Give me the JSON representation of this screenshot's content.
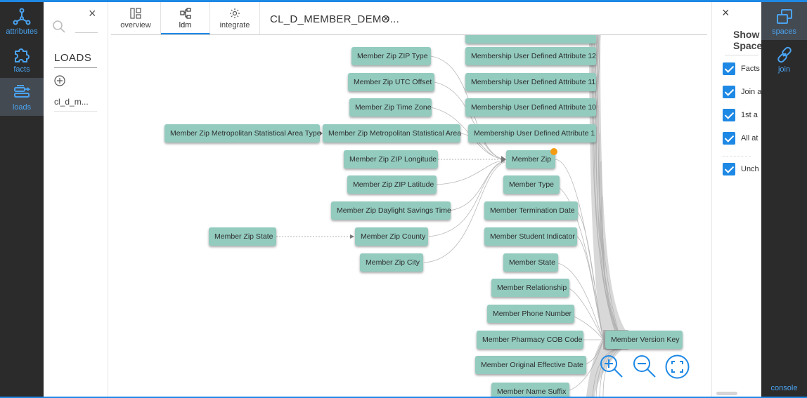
{
  "leftnav": {
    "items": [
      {
        "label": "attributes",
        "icon": "hierarchy-icon"
      },
      {
        "label": "facts",
        "icon": "puzzle-icon"
      },
      {
        "label": "loads",
        "icon": "loads-icon"
      }
    ]
  },
  "loads_panel": {
    "title": "LOADS",
    "items": [
      {
        "label": "cl_d_m..."
      }
    ]
  },
  "tabs": [
    {
      "label": "overview"
    },
    {
      "label": "ldm"
    },
    {
      "label": "integrate"
    }
  ],
  "document_tab": {
    "label": "CL_D_MEMBER_DEMO...",
    "close": "×"
  },
  "graph": {
    "nodes": [
      {
        "id": "top",
        "label": ""
      },
      {
        "id": "zip_type",
        "label": "Member Zip ZIP Type"
      },
      {
        "id": "zip_utc",
        "label": "Member Zip UTC Offset"
      },
      {
        "id": "zip_tz",
        "label": "Member Zip Time Zone"
      },
      {
        "id": "zip_msa_type",
        "label": "Member Zip Metropolitan Statistical Area Type"
      },
      {
        "id": "zip_msa",
        "label": "Member Zip Metropolitan Statistical Area"
      },
      {
        "id": "zip_long",
        "label": "Member Zip ZIP Longitude"
      },
      {
        "id": "zip_lat",
        "label": "Member Zip ZIP Latitude"
      },
      {
        "id": "zip_dst",
        "label": "Member Zip Daylight Savings Time"
      },
      {
        "id": "zip_state",
        "label": "Member Zip State"
      },
      {
        "id": "zip_county",
        "label": "Member Zip County"
      },
      {
        "id": "zip_city",
        "label": "Member Zip City"
      },
      {
        "id": "uda12",
        "label": "Membership User Defined Attribute 12"
      },
      {
        "id": "uda11",
        "label": "Membership User Defined Attribute 11"
      },
      {
        "id": "uda10",
        "label": "Membership User Defined Attribute 10"
      },
      {
        "id": "uda1",
        "label": "Membership User Defined Attribute 1"
      },
      {
        "id": "zip",
        "label": "Member Zip"
      },
      {
        "id": "type",
        "label": "Member Type"
      },
      {
        "id": "term",
        "label": "Member Termination Date"
      },
      {
        "id": "student",
        "label": "Member Student Indicator"
      },
      {
        "id": "state",
        "label": "Member State"
      },
      {
        "id": "rel",
        "label": "Member Relationship"
      },
      {
        "id": "phone",
        "label": "Member Phone Number"
      },
      {
        "id": "cob",
        "label": "Member Pharmacy COB Code"
      },
      {
        "id": "orig",
        "label": "Member Original Effective Date"
      },
      {
        "id": "suffix",
        "label": "Member Name Suffix"
      },
      {
        "id": "version",
        "label": "Member Version Key"
      }
    ],
    "accent_dot": "#f39c12",
    "node_color": "#93cbbf"
  },
  "zoom": {
    "in": "zoom-in-icon",
    "out": "zoom-out-icon",
    "fit": "fit-screen-icon"
  },
  "right_panel": {
    "title": "Show Space",
    "close": "×",
    "checkboxes": [
      {
        "label": "Facts",
        "checked": true
      },
      {
        "label": "Join a",
        "checked": true
      },
      {
        "label": "1st a",
        "checked": true
      },
      {
        "label": "All at",
        "checked": true
      },
      {
        "label": "Unch",
        "checked": true
      }
    ]
  },
  "rightnav": {
    "items": [
      {
        "label": "spaces",
        "icon": "spaces-icon"
      },
      {
        "label": "join",
        "icon": "link-icon"
      }
    ],
    "console": "console"
  },
  "colors": {
    "accent": "#1e88e5",
    "nav_bg": "#2b2b2b",
    "nav_active": "#444a52"
  }
}
